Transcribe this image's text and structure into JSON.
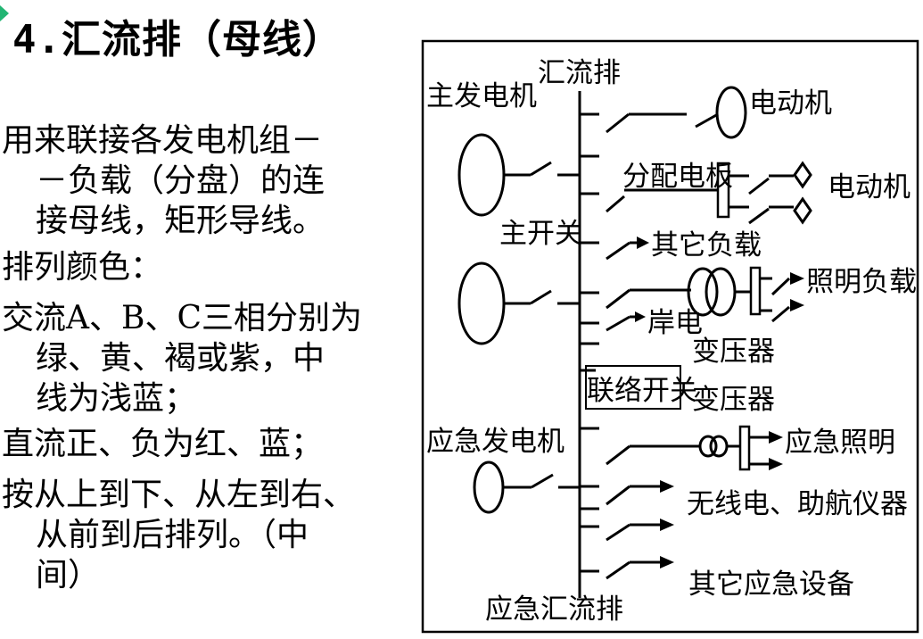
{
  "slide": {
    "title_num": "4.",
    "title_text": "汇流排（母线）",
    "paragraphs": [
      {
        "lines": [
          "用来联接各发电机组－",
          "－负载（分盘）的连",
          "接母线，矩形导线。"
        ]
      },
      {
        "lines": [
          "排列颜色："
        ]
      },
      {
        "lines": [
          "交流A、B、C三相分别为",
          "绿、黄、褐或紫，中",
          "线为浅蓝；"
        ]
      },
      {
        "lines": [
          "直流正、负为红、蓝；"
        ]
      },
      {
        "lines": [
          "按从上到下、从左到右、",
          "从前到后排列。（中",
          "间）"
        ]
      }
    ],
    "accent_color": "#22b573"
  },
  "diagram": {
    "labels": {
      "main_generator": "主发电机",
      "busbar": "汇流排",
      "motor_top": "电动机",
      "distribution_board": "分配电板",
      "motor_right": "电动机",
      "main_switch": "主开关",
      "other_loads": "其它负载",
      "lighting_loads": "照明负载",
      "shore_power": "岸电",
      "transformer_1": "变压器",
      "tie_switch": "联络开关",
      "transformer_2": "变压器",
      "emergency_generator": "应急发电机",
      "emergency_lighting": "应急照明",
      "radio_nav": "无线电、助航仪器",
      "other_emergency": "其它应急设备",
      "emergency_busbar": "应急汇流排"
    }
  }
}
